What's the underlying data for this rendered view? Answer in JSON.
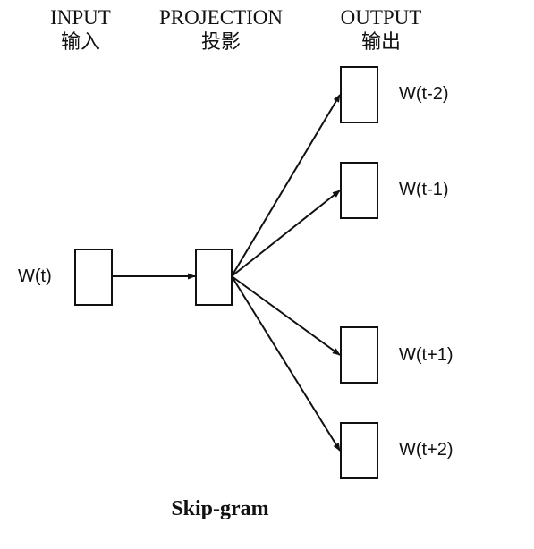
{
  "columns": {
    "input": {
      "en": "INPUT",
      "zh": "输入"
    },
    "projection": {
      "en": "PROJECTION",
      "zh": "投影"
    },
    "output": {
      "en": "OUTPUT",
      "zh": "输出"
    }
  },
  "input_word": "W(t)",
  "output_words": [
    "W(t-2)",
    "W(t-1)",
    "W(t+1)",
    "W(t+2)"
  ],
  "caption": "Skip-gram",
  "colors": {
    "stroke": "#111111",
    "background": "#ffffff"
  }
}
